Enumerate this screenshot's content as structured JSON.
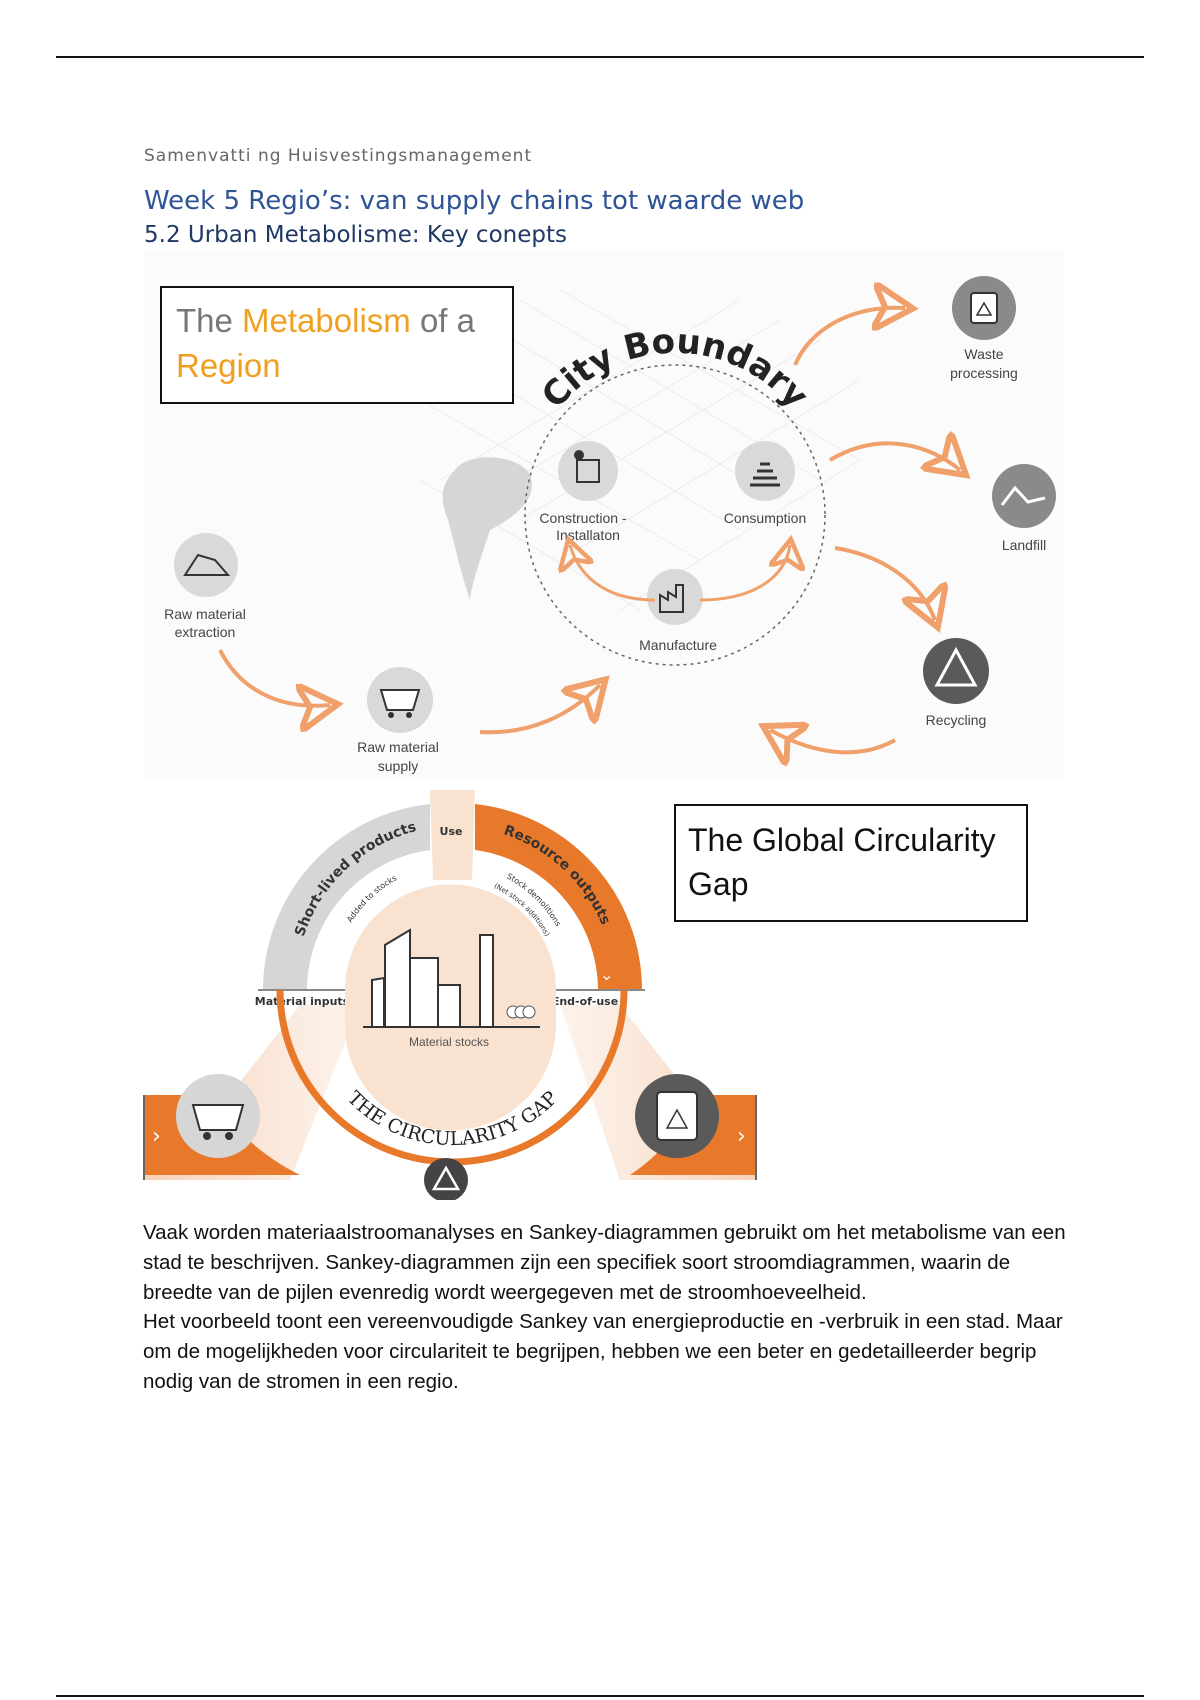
{
  "header": {
    "document_title": "Samenvatti ng Huisvestingsmanagement",
    "heading1": "Week 5 Regio’s: van supply chains tot waarde web",
    "heading2": "5.2 Urban Metabolisme: Key conepts"
  },
  "figure1": {
    "title_part1": "The ",
    "title_highlight1": "Metabolism",
    "title_part2": " of a",
    "title_highlight2": "Region",
    "city_boundary": "City Boundary",
    "labels": {
      "waste_processing_1": "Waste",
      "waste_processing_2": "processing",
      "landfill": "Landfill",
      "recycling": "Recycling",
      "construction_1": "Construction  -",
      "construction_2": "Installaton",
      "consumption": "Consumption",
      "manufacture": "Manufacture",
      "raw_extraction_1": "Raw material",
      "raw_extraction_2": "extraction",
      "raw_supply_1": "Raw material",
      "raw_supply_2": "supply"
    },
    "colors": {
      "arrow": "#f0a06a",
      "highlight": "#f0a021",
      "icon_bg": "#d9d9d9"
    }
  },
  "figure2": {
    "title_line1": "The Global Circularity",
    "title_line2": "Gap",
    "labels": {
      "use": "Use",
      "short_lived": "Short-lived products",
      "added_to_stocks": "Added to stocks",
      "resource_outputs": "Resource outputs",
      "stock_demolitions": "Stock demolitions",
      "net_stock_additions": "(Net stock additions)",
      "material_inputs": "Material inputs",
      "end_of_use": "End-of-use",
      "material_stocks": "Material stocks",
      "circularity_gap": "THE CIRCULARITY GAP"
    },
    "colors": {
      "orange": "#e8782a",
      "grey": "#d6d6d6",
      "cream": "#f9e3d0"
    }
  },
  "body": {
    "paragraph1": "Vaak worden materiaalstroomanalyses en Sankey-diagrammen gebruikt om het metabolisme van een stad te beschrijven. Sankey-diagrammen zijn een specifiek soort stroomdiagrammen, waarin de breedte van de pijlen evenredig wordt weergegeven met de stroomhoeveelheid.",
    "paragraph2": "Het voorbeeld toont een vereenvoudigde Sankey van energieproductie en -verbruik in een stad. Maar om de mogelijkheden voor circulariteit te begrijpen, hebben we een beter en gedetailleerder begrip nodig van de stromen in een regio."
  }
}
